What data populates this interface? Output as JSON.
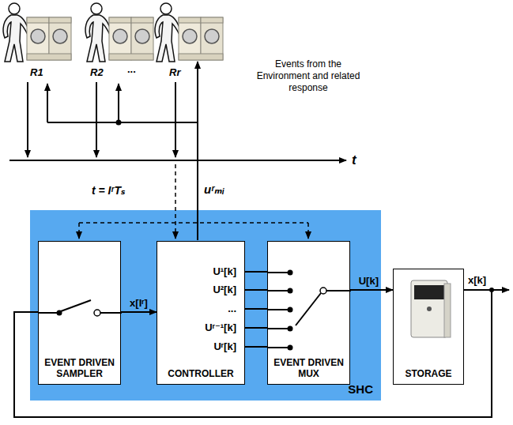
{
  "diagram": {
    "nodes": [
      {
        "text": [
          "SHC"
        ]
      },
      {
        "text": [
          "EVENT DRIVEN SAMPLER"
        ],
        "in": 0
      },
      {
        "text": [
          "CONTROLLER",
          "U¹[k]",
          "U²[k]",
          "...",
          "Uʳ⁻¹[k]",
          "Uʳ[k]"
        ],
        "in": 0
      },
      {
        "text": [
          "EVENT DRIVEN MUX"
        ],
        "in": 0
      },
      {
        "text": [
          "STORAGE"
        ]
      }
    ],
    "edges": [
      {
        "from": 1,
        "to": 2,
        "arrow": "to",
        "label": "x[Iʳ]"
      },
      {
        "from": 2,
        "to": 3,
        "arrow": "none"
      },
      {
        "from": 2,
        "to": 3,
        "arrow": "none"
      },
      {
        "from": 2,
        "to": 3,
        "arrow": "none"
      },
      {
        "from": 2,
        "to": 3,
        "arrow": "none"
      },
      {
        "from": 2,
        "to": 3,
        "arrow": "none"
      },
      {
        "from": 3,
        "to": 4,
        "arrow": "to",
        "label": "U[k]"
      },
      {
        "from": 4,
        "to": 1,
        "arrow": "none"
      }
    ],
    "labels": [
      "R1",
      "R2",
      "...",
      "Rr",
      "Events from the Environment and related response",
      "t",
      "t = IʳTₛ",
      "uʳₘᵢ",
      "x[k]"
    ]
  }
}
